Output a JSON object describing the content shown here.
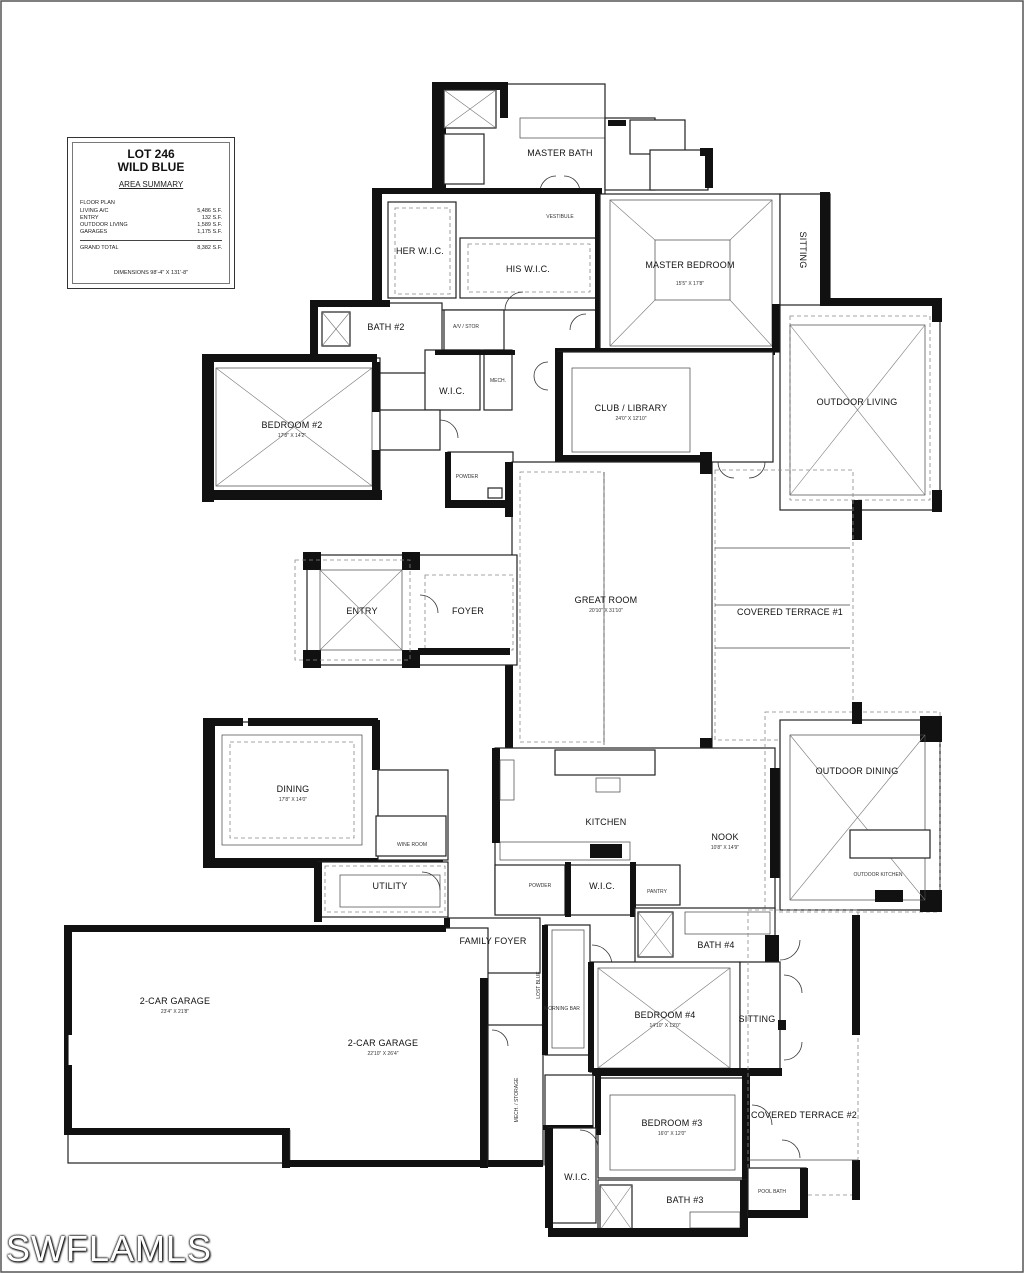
{
  "summary": {
    "lot": "LOT 246",
    "model": "WILD BLUE",
    "heading": "AREA SUMMARY",
    "floor_plan_label": "FLOOR PLAN",
    "rows": [
      {
        "label": "LIVING A/C",
        "value": "5,486 S.F."
      },
      {
        "label": "ENTRY",
        "value": "132 S.F."
      },
      {
        "label": "OUTDOOR LIVING",
        "value": "1,589 S.F."
      },
      {
        "label": "GARAGES",
        "value": "1,175 S.F."
      }
    ],
    "total": {
      "label": "GRAND TOTAL",
      "value": "8,382 S.F."
    },
    "dimensions": "DIMENSIONS 98'-4\" X 131'-8\""
  },
  "rooms": {
    "master_bath": "MASTER BATH",
    "vestibule": "VESTIBULE",
    "her_wic": "HER W.I.C.",
    "his_wic": "HIS W.I.C.",
    "master_bedroom": "MASTER BEDROOM",
    "master_bedroom_dim": "15'5\" X 17'8\"",
    "sitting_top": "SITTING",
    "bath2": "BATH #2",
    "av_stor": "A/V / STOR",
    "wic_small": "W.I.C.",
    "mech_top": "MECH.",
    "outdoor_living": "OUTDOOR LIVING",
    "bedroom2": "BEDROOM #2",
    "bedroom2_dim": "17'8\" X 14'2\"",
    "club_library": "CLUB / LIBRARY",
    "club_library_dim": "24'0\" X 12'10\"",
    "powder_top": "POWDER",
    "entry": "ENTRY",
    "foyer": "FOYER",
    "great_room": "GREAT ROOM",
    "great_room_dim": "20'10\" X 31'10\"",
    "covered_terrace1": "COVERED TERRACE #1",
    "dining": "DINING",
    "dining_dim": "17'8\" X 14'0\"",
    "outdoor_dining": "OUTDOOR DINING",
    "wine_room": "WINE ROOM",
    "kitchen": "KITCHEN",
    "nook": "NOOK",
    "nook_dim": "10'8\" X 14'9\"",
    "outdoor_kitchen": "OUTDOOR KITCHEN",
    "utility": "UTILITY",
    "powder_mid": "POWDER",
    "wic_mid": "W.I.C.",
    "pantry": "PANTRY",
    "family_foyer": "FAMILY FOYER",
    "bath4": "BATH #4",
    "garage_left": "2-CAR GARAGE",
    "garage_left_dim": "23'4\" X 21'8\"",
    "garage_right": "2-CAR GARAGE",
    "garage_right_dim": "22'10\" X 26'4\"",
    "lost_blue": "LOST BLUE",
    "morning_bar": "MORNING BAR",
    "bedroom4": "BEDROOM #4",
    "bedroom4_dim": "14'10\" X 12'0\"",
    "sitting_bottom": "SITTING",
    "mech_storage": "MECH. / STORAGE",
    "bedroom3": "BEDROOM #3",
    "bedroom3_dim": "16'0\" X 12'0\"",
    "covered_terrace2": "COVERED TERRACE #2",
    "wic_bottom": "W.I.C.",
    "bath3": "BATH #3",
    "pool_bath": "POOL BATH"
  },
  "watermark": "SWFLAMLS"
}
